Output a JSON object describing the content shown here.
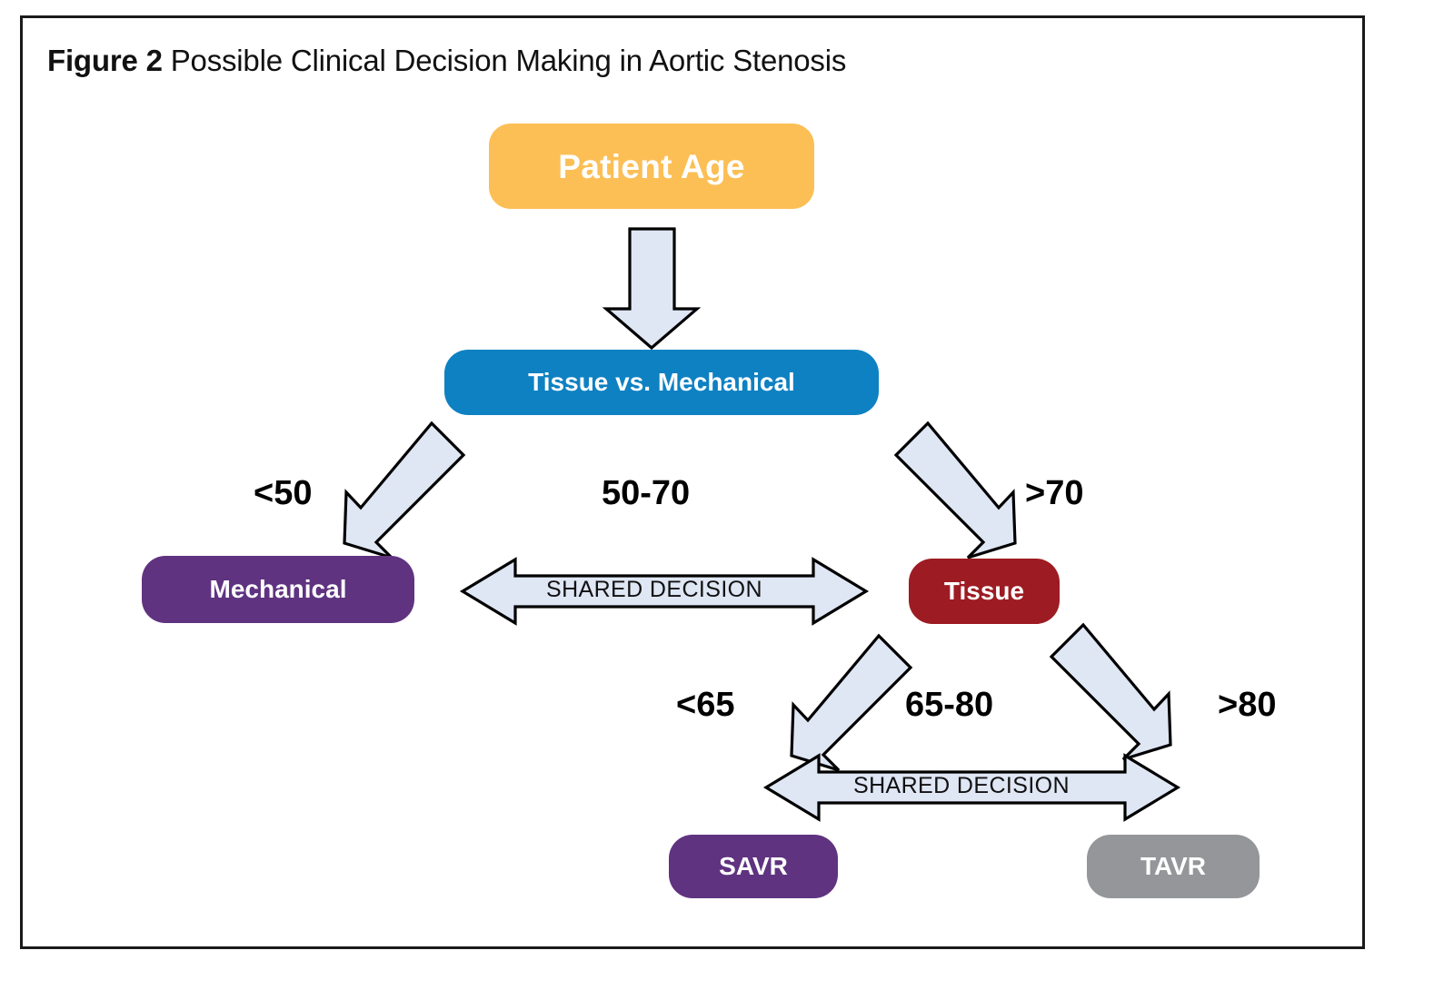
{
  "figure": {
    "label": "Figure 2",
    "caption": " Possible Clinical Decision Making in Aortic Stenosis"
  },
  "colors": {
    "patient_age": "#fcbf56",
    "tissue_vs_mechanical": "#0e81c2",
    "mechanical": "#5f3380",
    "tissue": "#9d1b22",
    "savr": "#5f3380",
    "tavr": "#949699",
    "arrow_fill": "#dfe6f4",
    "arrow_stroke": "#000000",
    "frame_border": "#1a1a1a",
    "background": "#ffffff"
  },
  "nodes": {
    "patient_age": "Patient Age",
    "tissue_vs_mechanical": "Tissue vs. Mechanical",
    "mechanical": "Mechanical",
    "tissue": "Tissue",
    "savr": "SAVR",
    "tavr": "TAVR"
  },
  "branch_labels": {
    "lt50": "<50",
    "mid_50_70": "50-70",
    "gt70": ">70",
    "lt65": "<65",
    "mid_65_80": "65-80",
    "gt80": ">80"
  },
  "connectors": {
    "shared_decision_1": "SHARED DECISION",
    "shared_decision_2": "SHARED DECISION"
  },
  "chart_data": {
    "type": "diagram",
    "title": "Figure 2 Possible Clinical Decision Making in Aortic Stenosis",
    "diagram_kind": "decision-tree-flowchart",
    "nodes": [
      {
        "id": "patient_age",
        "label": "Patient Age",
        "color": "#fcbf56",
        "level": 0
      },
      {
        "id": "tissue_vs_mechanical",
        "label": "Tissue vs. Mechanical",
        "color": "#0e81c2",
        "level": 1
      },
      {
        "id": "mechanical",
        "label": "Mechanical",
        "color": "#5f3380",
        "level": 2
      },
      {
        "id": "tissue",
        "label": "Tissue",
        "color": "#9d1b22",
        "level": 2
      },
      {
        "id": "savr",
        "label": "SAVR",
        "color": "#5f3380",
        "level": 3
      },
      {
        "id": "tavr",
        "label": "TAVR",
        "color": "#949699",
        "level": 3
      }
    ],
    "edges": [
      {
        "from": "patient_age",
        "to": "tissue_vs_mechanical",
        "label": "",
        "style": "down-arrow"
      },
      {
        "from": "tissue_vs_mechanical",
        "to": "mechanical",
        "label": "<50",
        "style": "diagonal-down-left"
      },
      {
        "from": "tissue_vs_mechanical",
        "to": "tissue",
        "label": ">70",
        "style": "diagonal-down-right"
      },
      {
        "from": "mechanical",
        "to": "tissue",
        "label": "SHARED DECISION",
        "sublabel": "50-70",
        "style": "double-headed"
      },
      {
        "from": "tissue",
        "to": "savr",
        "label": "<65",
        "style": "diagonal-down-left"
      },
      {
        "from": "tissue",
        "to": "tavr",
        "label": ">80",
        "style": "diagonal-down-right"
      },
      {
        "from": "savr",
        "to": "tavr",
        "label": "SHARED DECISION",
        "sublabel": "65-80",
        "style": "double-headed"
      }
    ]
  }
}
